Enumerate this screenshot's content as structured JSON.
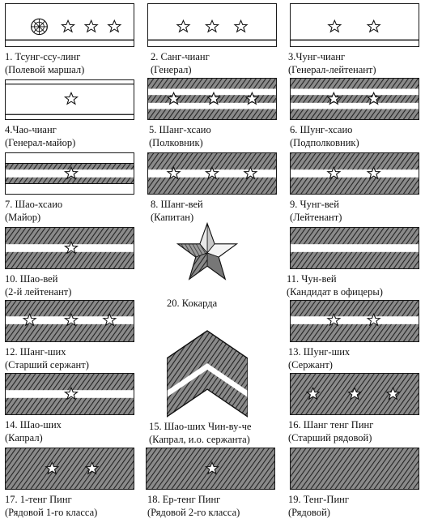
{
  "ranks": [
    {
      "id": "r1",
      "line1": "1. Тсунг-ссу-линг",
      "line2": "(Полевой маршал)"
    },
    {
      "id": "r2",
      "line1": "2. Санг-чианг",
      "line2": "(Генерал)"
    },
    {
      "id": "r3",
      "line1": "3.Чунг-чианг",
      "line2": "(Генерал-лейтенант)"
    },
    {
      "id": "r4",
      "line1": "4.Чао-чианг",
      "line2": "(Генерал-майор)"
    },
    {
      "id": "r5",
      "line1": "5. Шанг-хсаио",
      "line2": "(Полковник)"
    },
    {
      "id": "r6",
      "line1": "6. Шунг-хсаио",
      "line2": "(Подполковник)"
    },
    {
      "id": "r7",
      "line1": "7. Шао-хсаио",
      "line2": "(Майор)"
    },
    {
      "id": "r8",
      "line1": "8. Шанг-вей",
      "line2": "(Капитан)"
    },
    {
      "id": "r9",
      "line1": "9. Чунг-вей",
      "line2": "(Лейтенант)"
    },
    {
      "id": "r10",
      "line1": "10. Шао-вей",
      "line2": "(2-й лейтенант)"
    },
    {
      "id": "r11",
      "line1": "11. Чун-вей",
      "line2": "(Кандидат в офицеры)"
    },
    {
      "id": "r12",
      "line1": "12. Шанг-ших",
      "line2": "(Старший сержант)"
    },
    {
      "id": "r13",
      "line1": "13. Шунг-ших",
      "line2": "(Сержант)"
    },
    {
      "id": "r14",
      "line1": "14. Шао-ших",
      "line2": "(Капрал)"
    },
    {
      "id": "r15",
      "line1": "15. Шао-ших Чин-ву-че",
      "line2": "(Капрал, и.о. сержанта)"
    },
    {
      "id": "r16",
      "line1": "16. Шанг тенг Пинг",
      "line2": "(Старший рядовой)"
    },
    {
      "id": "r17",
      "line1": "17. 1-тенг Пинг",
      "line2": "(Рядовой 1-го класса)"
    },
    {
      "id": "r18",
      "line1": "18. Ер-тенг Пинг",
      "line2": "(Рядовой 2-го класса)"
    },
    {
      "id": "r19",
      "line1": "19. Тенг-Пинг",
      "line2": "(Рядовой)"
    },
    {
      "id": "r20",
      "line1": "20. Кокарда",
      "line2": ""
    }
  ]
}
